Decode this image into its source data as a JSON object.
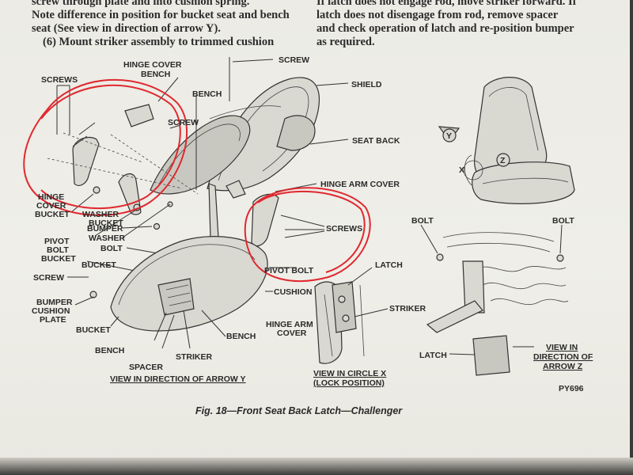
{
  "manual_text": {
    "left_lines": [
      "screw through plate and into cushion spring.",
      "Note difference in position for bucket seat and bench",
      "seat (See view in direction of arrow Y).",
      "(6) Mount striker assembly to trimmed cushion"
    ],
    "right_lines": [
      "If latch does not engage rod, move striker forward. If",
      "latch does not disengage from rod, remove spacer",
      "and check operation of latch and re-position bumper",
      "as required."
    ]
  },
  "diagram": {
    "labels": {
      "screw_top": "SCREW",
      "hinge_cover_bench_1": "HINGE COVER",
      "hinge_cover_bench_2": "BENCH",
      "screws_left": "SCREWS",
      "bench_top": "BENCH",
      "shield": "SHIELD",
      "screw_mid": "SCREW",
      "seat_back": "SEAT BACK",
      "hinge_arm_cover_top": "HINGE ARM COVER",
      "hinge_cover_bucket_1": "HINGE",
      "hinge_cover_bucket_2": "COVER",
      "hinge_cover_bucket_3": "BUCKET",
      "washer_bucket_1": "WASHER",
      "washer_bucket_2": "BUCKET",
      "screws_right": "SCREWS",
      "pivot_bolt_bucket_1": "PIVOT",
      "pivot_bolt_bucket_2": "BOLT",
      "pivot_bolt_bucket_3": "BUCKET",
      "bumper": "BUMPER",
      "washer": "WASHER",
      "bolt_left": "BOLT",
      "bucket_mid": "BUCKET",
      "pivot_bolt": "PIVOT BOLT",
      "latch_top": "LATCH",
      "screw_left": "SCREW",
      "bumper_cushion_plate_1": "BUMPER",
      "bumper_cushion_plate_2": "CUSHION",
      "bumper_cushion_plate_3": "PLATE",
      "cushion": "CUSHION",
      "striker_right": "STRIKER",
      "bucket_low": "BUCKET",
      "hinge_arm_cover_low_1": "HINGE ARM",
      "hinge_arm_cover_low_2": "COVER",
      "bench_right": "BENCH",
      "bench_low": "BENCH",
      "striker_low": "STRIKER",
      "spacer": "SPACER",
      "view_y": "VIEW IN DIRECTION OF ARROW Y",
      "view_x_1": "VIEW IN CIRCLE X",
      "view_x_2": "(LOCK POSITION)",
      "bolt_z_left": "BOLT",
      "bolt_z_right": "BOLT",
      "latch_z": "LATCH",
      "view_z_1": "VIEW IN",
      "view_z_2": "DIRECTION OF",
      "view_z_3": "ARROW Z",
      "marker_y": "Y",
      "marker_z": "Z",
      "marker_x": "X",
      "figure_code": "PY696"
    },
    "caption": "Fig. 18—Front Seat Back Latch—Challenger"
  },
  "annotation_color": "#e0282f"
}
